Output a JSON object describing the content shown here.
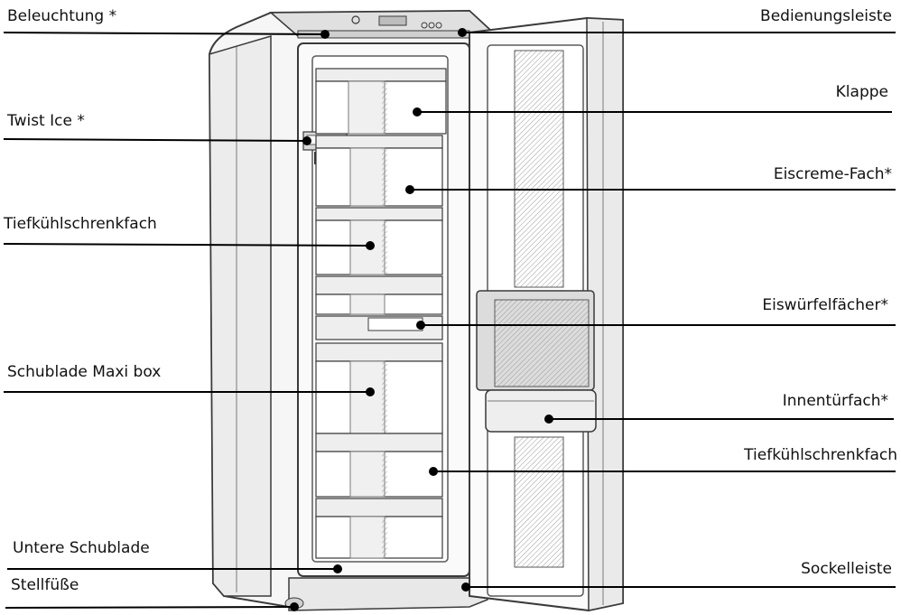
{
  "labels": {
    "left": {
      "beleuchtung": "Beleuchtung *",
      "twist_ice": "Twist Ice *",
      "tiefkuehl": "Tiefkühlschrenkfach",
      "maxi_box": "Schublade Maxi box",
      "untere": "Untere Schublade",
      "stellfuesse": "Stellfüße"
    },
    "right": {
      "bedienung": "Bedienungsleiste",
      "klappe": "Klappe",
      "eiscreme": "Eiscreme-Fach*",
      "eiswuerfel": "Eiswürfelfächer*",
      "innentuer": "Innentürfach*",
      "tiefkuehl": "Tiefkühlschrenkfach",
      "sockel": "Sockelleiste"
    }
  },
  "colors": {
    "line": "#000000",
    "sketch": "#3a3a3a",
    "shade": "#cfcfcf",
    "light_shade": "#e6e6e6"
  }
}
